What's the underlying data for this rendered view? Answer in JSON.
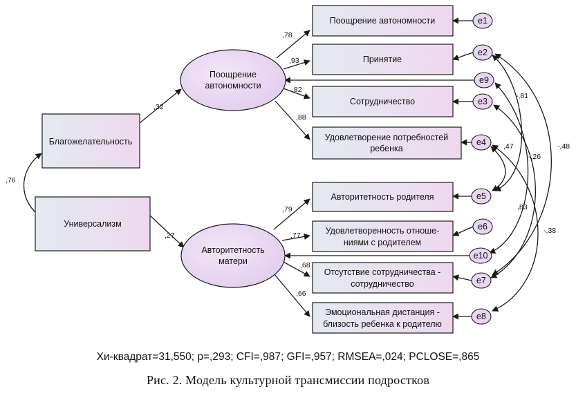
{
  "observed": {
    "benevolence": "Благожелательность",
    "universalism": "Универсализм",
    "autonomy_encouragement": "Поощрение автономности",
    "acceptance": "Принятие",
    "cooperation": "Сотрудничество",
    "needs_satisfaction_1": "Удовлетворение потребностей",
    "needs_satisfaction_2": "ребенка",
    "parent_authority": "Авторитетность родителя",
    "relationship_satisfaction_1": "Удовлетворенность отноше-",
    "relationship_satisfaction_2": "ниями  с родителем",
    "no_cooperation_1": "Отсутствие сотрудничества -",
    "no_cooperation_2": "сотрудничество",
    "emotional_distance_1": "Эмоциональная дистанция -",
    "emotional_distance_2": "близость ребенка к родителю"
  },
  "latent": {
    "autonomy_1": "Поощрение",
    "autonomy_2": "автономности",
    "mother_authority_1": "Авторитетность",
    "mother_authority_2": "матери"
  },
  "errors": {
    "e1": "e1",
    "e2": "e2",
    "e3": "e3",
    "e4": "e4",
    "e5": "e5",
    "e6": "e6",
    "e7": "e7",
    "e8": "e8",
    "e9": "e9",
    "e10": "e10"
  },
  "coefficients": {
    "benevolence_autonomy": ",32",
    "universalism_mother": ",27",
    "benevolence_universalism": ",76",
    "autonomy_encouragement": ",78",
    "acceptance": ",93",
    "cooperation": ",82",
    "needs_satisfaction": ",88",
    "parent_authority": ",79",
    "relationship_satisfaction": ",77",
    "no_cooperation": ",68",
    "emotional_distance": ",66",
    "e2_e5": "-,81",
    "e4_e5": ",47",
    "e9_e10": "-,26",
    "e2_e7": "-,48",
    "e3_e7": ",83",
    "e4_e8": "-,38"
  },
  "colors": {
    "box_gradient_start": "#e4eaf2",
    "box_gradient_end": "#eed8ee",
    "ellipse_fill": "#ead6f2",
    "stroke": "#1a1a1a"
  },
  "fit_indices": "Хи-квадрат=31,550; p=,293; CFI=,987; GFI=,957; RMSEA=,024; PCLOSE=,865",
  "caption": "Рис. 2. Модель культурной трансмиссии подростков"
}
